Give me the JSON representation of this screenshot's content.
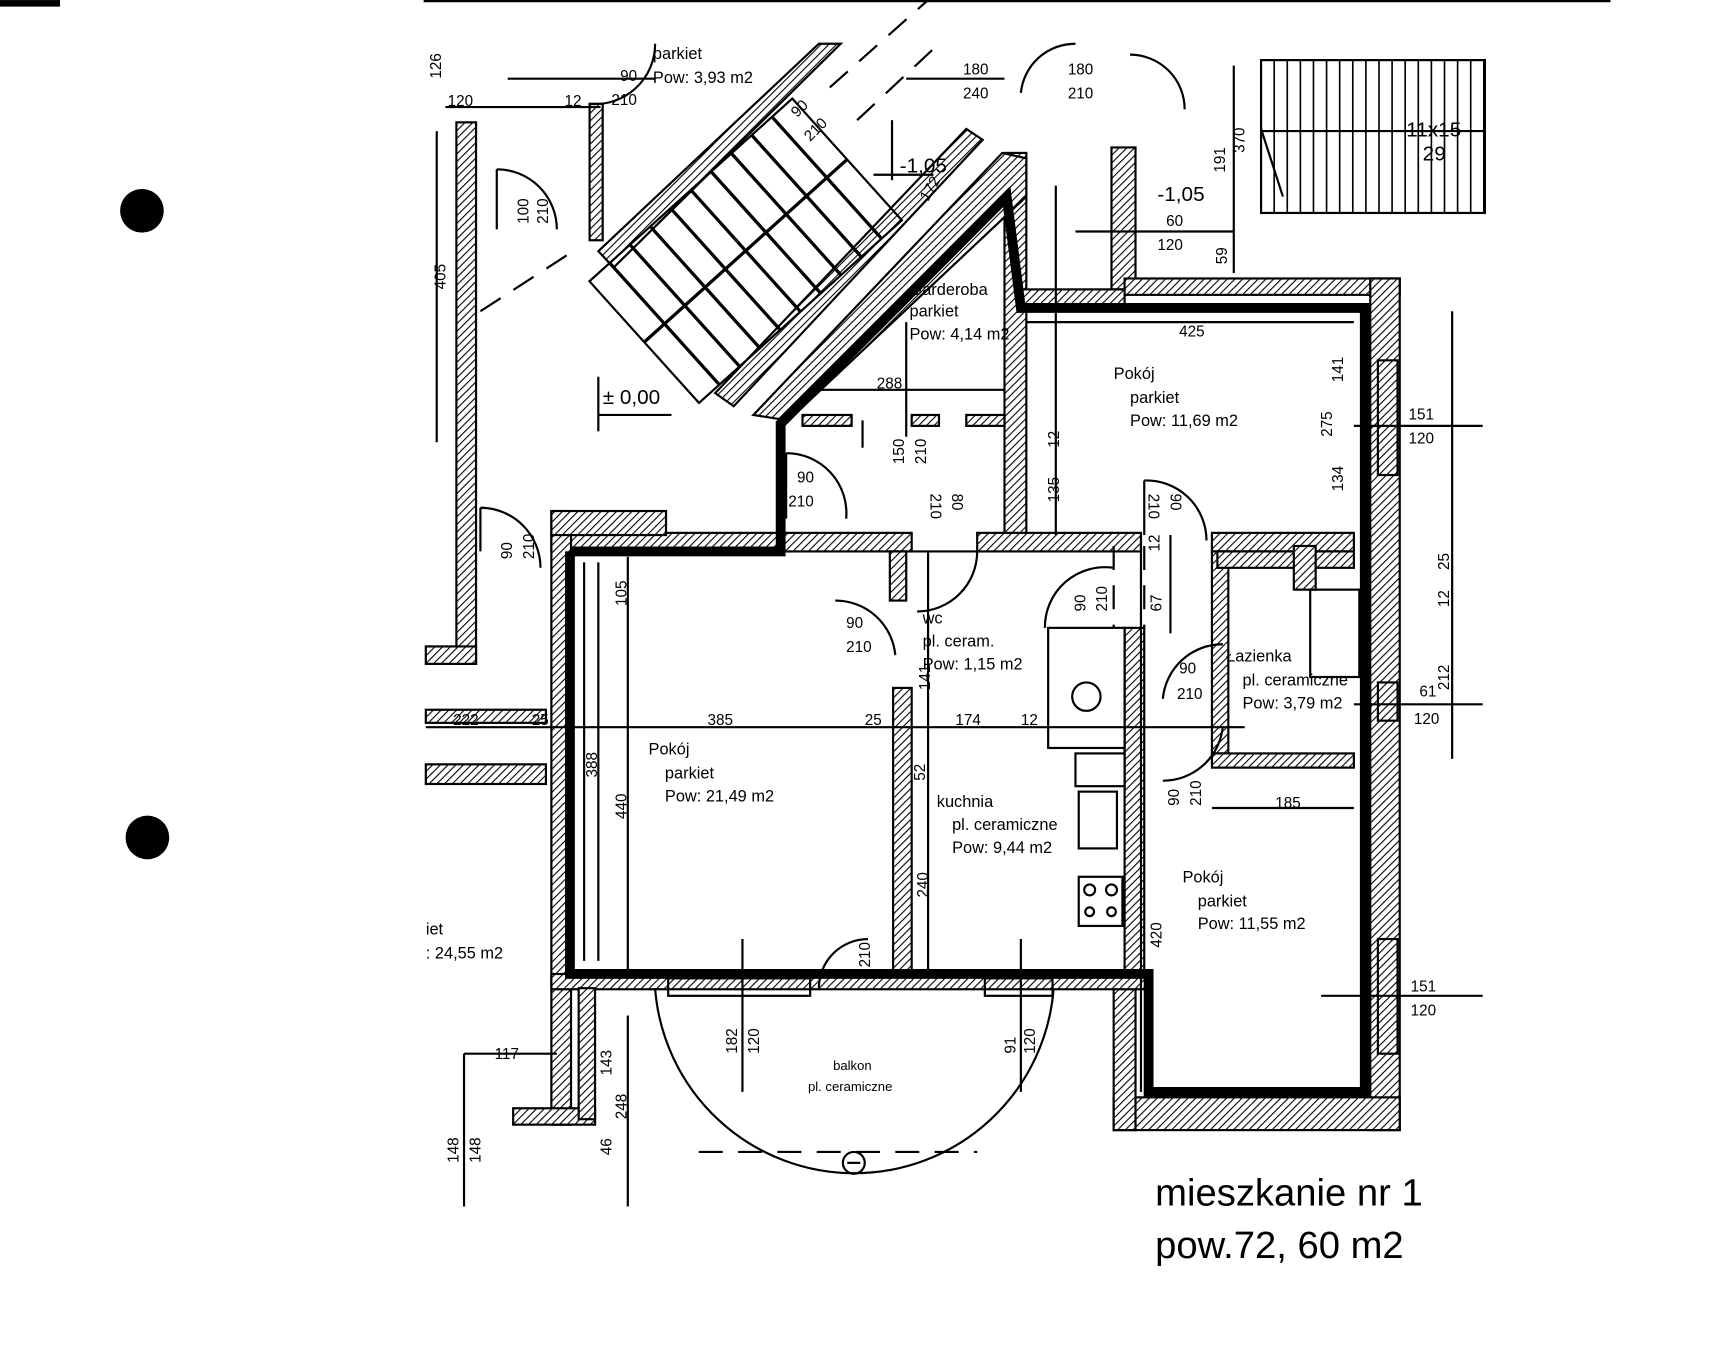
{
  "plan": {
    "title_line1": "mieszkanie nr 1",
    "title_line2": "pow.72, 60 m2"
  },
  "levels": {
    "zero": "± 0,00",
    "minus_a": "-1,05",
    "minus_b": "-1,05"
  },
  "stairs": {
    "top_right_a": "11x15",
    "top_right_b": "29"
  },
  "rooms": {
    "top_left": {
      "floor": "parkiet",
      "area": "Pow: 3,93 m2"
    },
    "garderoba": {
      "name": "Garderoba",
      "floor": "parkiet",
      "area": "Pow: 4,14 m2"
    },
    "pokoj_a": {
      "name": "Pokój",
      "floor": "parkiet",
      "area": "Pow: 11,69 m2"
    },
    "pokoj_b": {
      "name": "Pokój",
      "floor": "parkiet",
      "area": "Pow: 21,49 m2"
    },
    "wc": {
      "name": "wc",
      "floor": "pl. ceram.",
      "area": "Pow: 1,15 m2"
    },
    "lazienka": {
      "name": "Łazienka",
      "floor": "pl. ceramiczne",
      "area": "Pow: 3,79 m2"
    },
    "kuchnia": {
      "name": "kuchnia",
      "floor": "pl. ceramiczne",
      "area": "Pow: 9,44 m2"
    },
    "pokoj_c": {
      "name": "Pokój",
      "floor": "parkiet",
      "area": "Pow: 11,55 m2"
    },
    "balkon": {
      "name": "balkon",
      "floor": "pl. ceramiczne"
    },
    "neighbor": {
      "floor": "iet",
      "area": ": 24,55 m2"
    }
  },
  "dims": [
    "126",
    "120",
    "90",
    "210",
    "12",
    "100",
    "210",
    "405",
    "180",
    "240",
    "180",
    "210",
    "90",
    "210",
    "172",
    "370",
    "191",
    "60",
    "120",
    "59",
    "288",
    "425",
    "141",
    "275",
    "12",
    "134",
    "135",
    "151",
    "120",
    "150",
    "210",
    "90",
    "210",
    "210",
    "80",
    "210",
    "90",
    "90",
    "210",
    "105",
    "12",
    "67",
    "90",
    "210",
    "12",
    "25",
    "90",
    "210",
    "141",
    "222",
    "25",
    "385",
    "25",
    "174",
    "12",
    "90",
    "210",
    "212",
    "61",
    "120",
    "52",
    "440",
    "388",
    "90",
    "210",
    "185",
    "240",
    "420",
    "210",
    "151",
    "120",
    "117",
    "143",
    "182",
    "120",
    "91",
    "120",
    "248",
    "46",
    "148",
    "148"
  ]
}
